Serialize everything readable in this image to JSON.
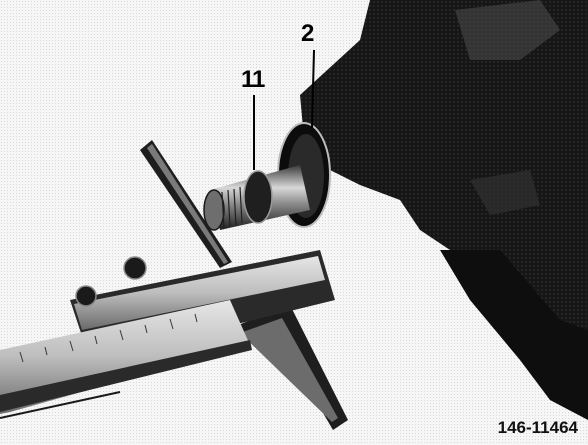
{
  "figure": {
    "callouts": {
      "part_2": "2",
      "part_11": "11"
    },
    "figure_number": "146-11464"
  },
  "colors": {
    "background": "#f4f4f4",
    "housing": "#161616",
    "metal_light": "#d6d6d6",
    "metal_mid": "#8a8a8a",
    "text": "#000000"
  }
}
